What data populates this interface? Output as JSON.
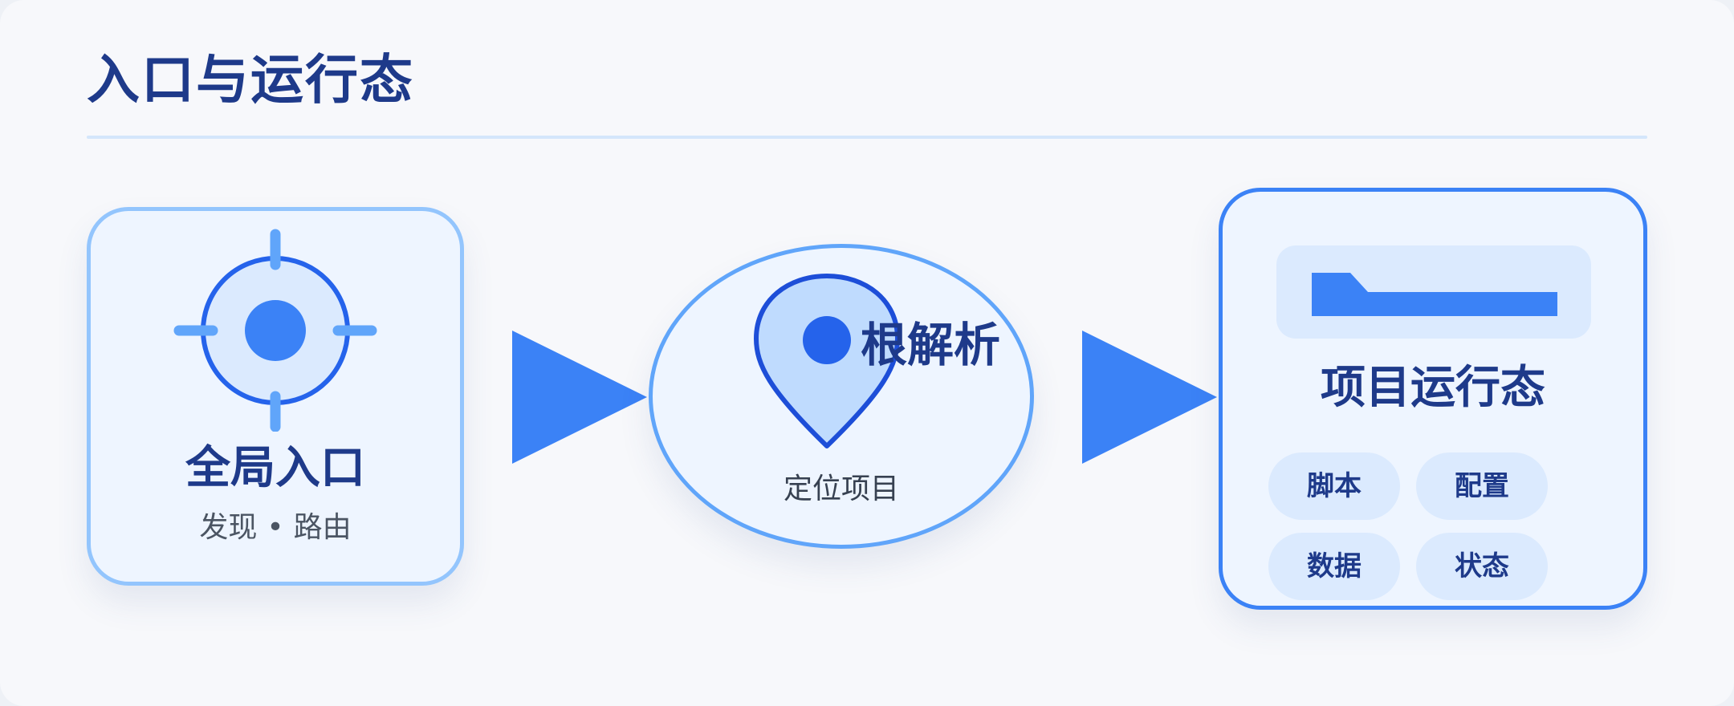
{
  "title": "入口与运行态",
  "nodes": {
    "entry": {
      "icon": "crosshair-target-icon",
      "label": "全局入口",
      "sub_left": "发现",
      "sub_sep": "•",
      "sub_right": "路由"
    },
    "resolve": {
      "icon": "map-pin-icon",
      "label": "根解析",
      "sub": "定位项目"
    },
    "runtime": {
      "icon": "folder-icon",
      "label": "项目运行态",
      "tags": [
        "脚本",
        "配置",
        "数据",
        "状态"
      ]
    }
  },
  "connectors": [
    "arrow-right-icon",
    "arrow-right-icon"
  ],
  "colors": {
    "title": "#1e3a8a",
    "accent": "#3b82f6",
    "card_fill": "#eef5ff",
    "pill_fill": "#dbeafe",
    "divider": "#d4e6fb"
  }
}
